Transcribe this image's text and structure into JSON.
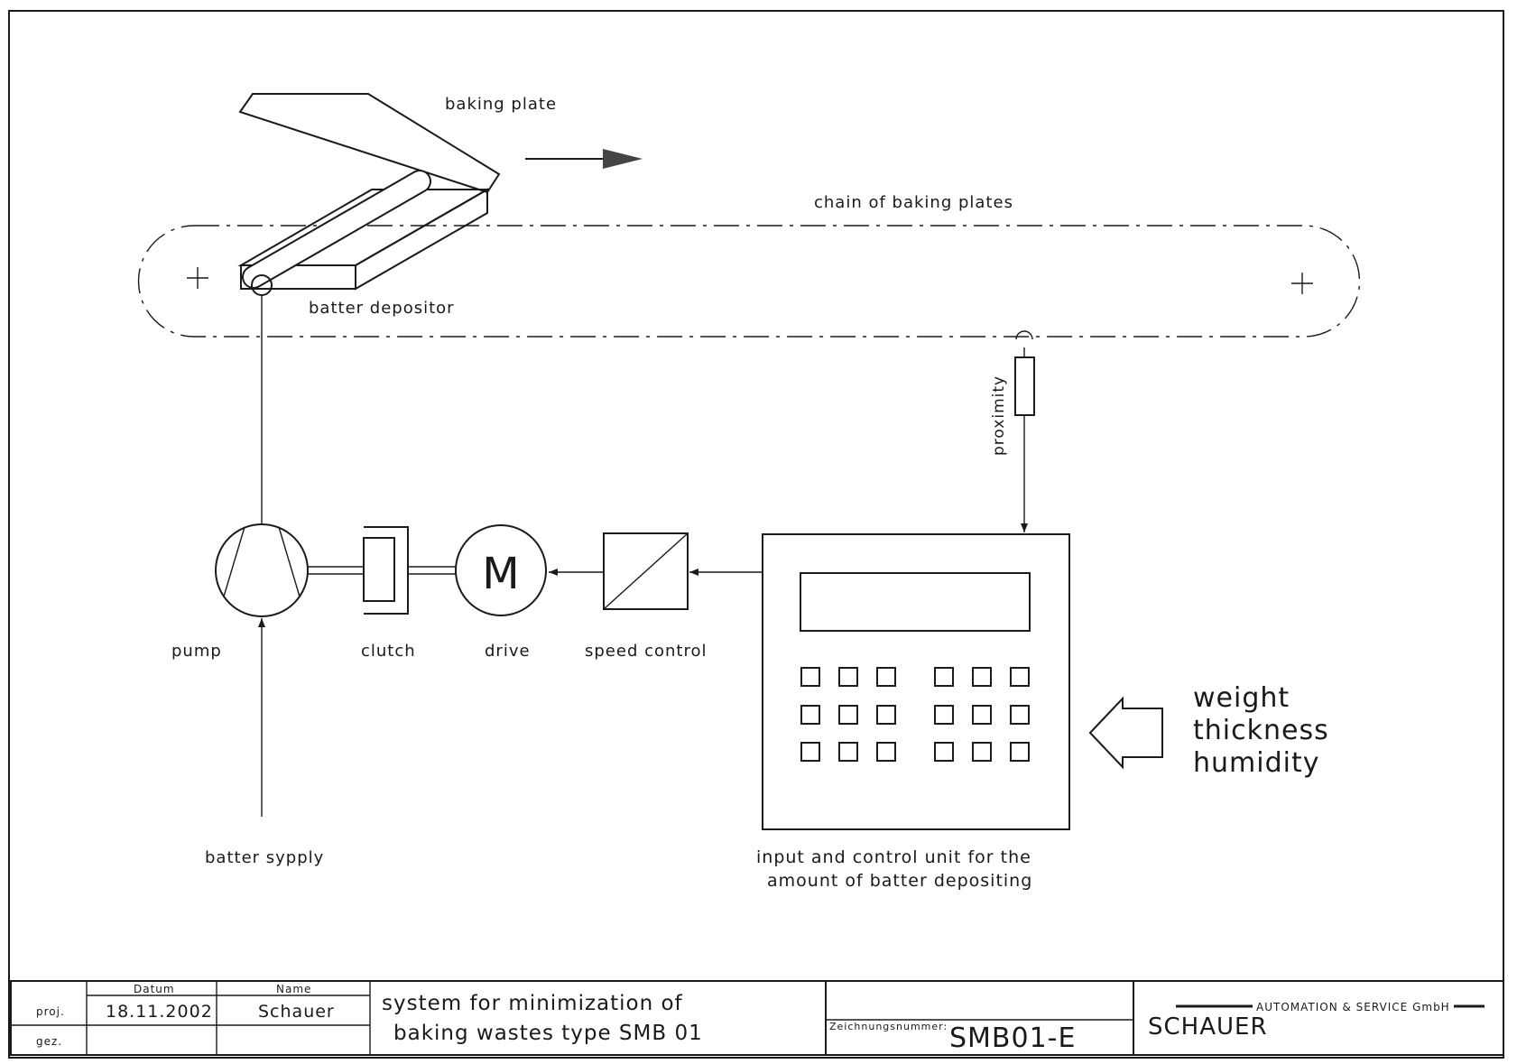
{
  "labels": {
    "baking_plate": "baking plate",
    "chain": "chain of baking plates",
    "depositor": "batter depositor",
    "proximity": "proximity",
    "pump": "pump",
    "clutch": "clutch",
    "drive": "drive",
    "drive_symbol": "M",
    "speed_control": "speed control",
    "batter_supply": "batter sypply",
    "control_unit_line1": "input and control unit for the",
    "control_unit_line2": "amount of batter depositing",
    "inputs": [
      "weight",
      "thickness",
      "humidity"
    ]
  },
  "title_block": {
    "col_datum": "Datum",
    "col_name": "Name",
    "row_proj": "proj.",
    "row_gez": "gez.",
    "date": "18.11.2002",
    "name": "Schauer",
    "title_line1": "system for minimization of",
    "title_line2": "baking wastes type SMB 01",
    "drawing_no_label": "Zeichnungsnummer:",
    "drawing_no": "SMB01-E",
    "company_name": "SCHAUER",
    "company_sub": "AUTOMATION & SERVICE GmbH"
  }
}
